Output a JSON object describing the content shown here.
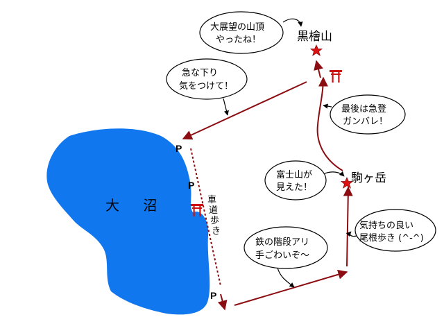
{
  "lake": {
    "label": "大 沼",
    "color": "#1177ee"
  },
  "route_color": "#8b0d12",
  "peaks": {
    "kurohinokiyama": {
      "label": "黒檜山"
    },
    "komagatake": {
      "label": "駒ヶ岳"
    }
  },
  "parking_label": "P",
  "road_walk_label": [
    "車",
    "道",
    "歩",
    "き"
  ],
  "bubbles": {
    "summit": [
      "大展望の山頂",
      "やったね！"
    ],
    "descent": [
      "急な下り",
      "気をつけて！"
    ],
    "final_climb": [
      "最後は急登",
      "ガンバレ！"
    ],
    "fuji": [
      "富士山が",
      "見えた！"
    ],
    "ridge": [
      "気持ちの良い",
      "尾根歩き (^-^)"
    ],
    "stairs": [
      "鉄の階段アリ",
      "手ごわいぞ〜"
    ]
  },
  "icons": {
    "shrine": "torii-icon",
    "summit": "summit-star-icon"
  }
}
